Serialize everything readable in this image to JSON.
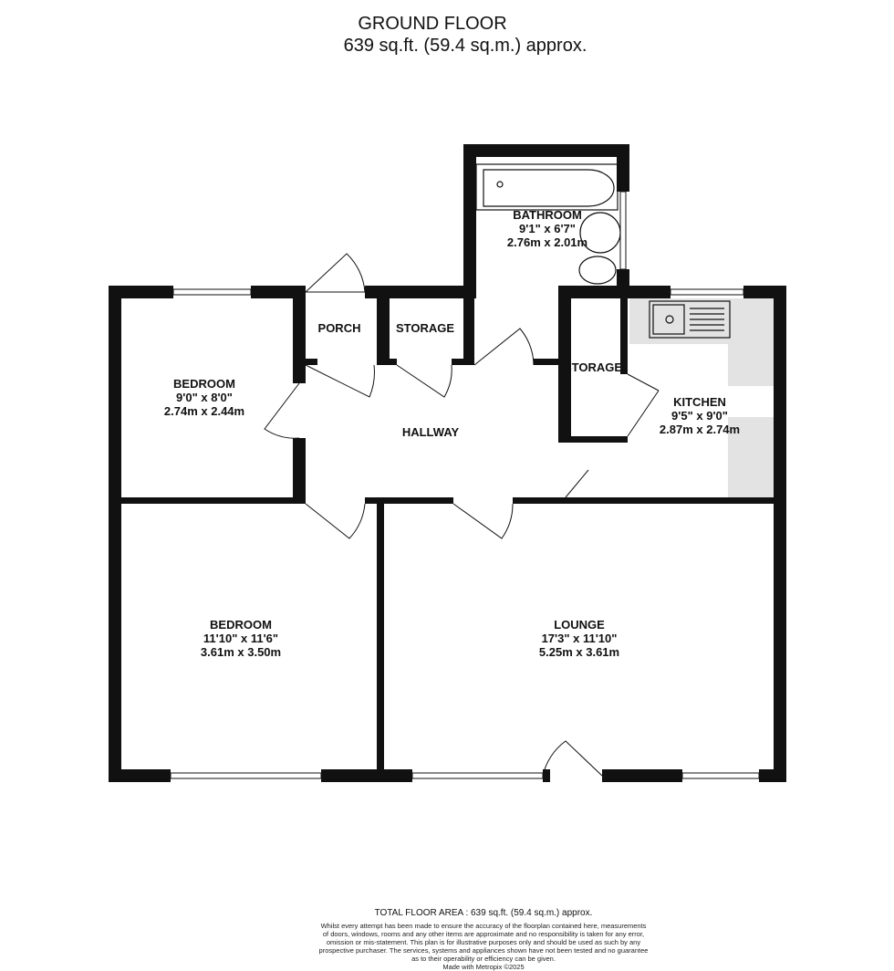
{
  "header": {
    "title": "GROUND FLOOR",
    "area": "639 sq.ft. (59.4 sq.m.) approx."
  },
  "rooms": {
    "bathroom": {
      "name": "BATHROOM",
      "imperial": "9'1\"  x 6'7\"",
      "metric": "2.76m  x 2.01m"
    },
    "porch": {
      "name": "PORCH"
    },
    "storage1": {
      "name": "STORAGE"
    },
    "storage2": {
      "name": "STORAGE"
    },
    "bedroom1": {
      "name": "BEDROOM",
      "imperial": "9'0\"  x 8'0\"",
      "metric": "2.74m  x 2.44m"
    },
    "hallway": {
      "name": "HALLWAY"
    },
    "kitchen": {
      "name": "KITCHEN",
      "imperial": "9'5\"  x 9'0\"",
      "metric": "2.87m  x 2.74m"
    },
    "bedroom2": {
      "name": "BEDROOM",
      "imperial": "11'10\"  x 11'6\"",
      "metric": "3.61m  x 3.50m"
    },
    "lounge": {
      "name": "LOUNGE",
      "imperial": "17'3\"  x 11'10\"",
      "metric": "5.25m  x 3.61m"
    }
  },
  "footer": {
    "total": "TOTAL FLOOR AREA : 639 sq.ft. (59.4 sq.m.) approx.",
    "line1": "Whilst every attempt has been made to ensure the accuracy of the floorplan contained here, measurements",
    "line2": "of doors, windows, rooms and any other items are approximate and no responsibility is taken for any error,",
    "line3": "omission or mis-statement. This plan is for illustrative purposes only and should be used as such by any",
    "line4": "prospective purchaser. The services, systems and appliances shown have not been tested and no guarantee",
    "line5": "as to their operability or efficiency can be given.",
    "made": "Made with Metropix ©2025"
  },
  "colors": {
    "wall": "#111111",
    "counter": "#e3e3e3"
  }
}
